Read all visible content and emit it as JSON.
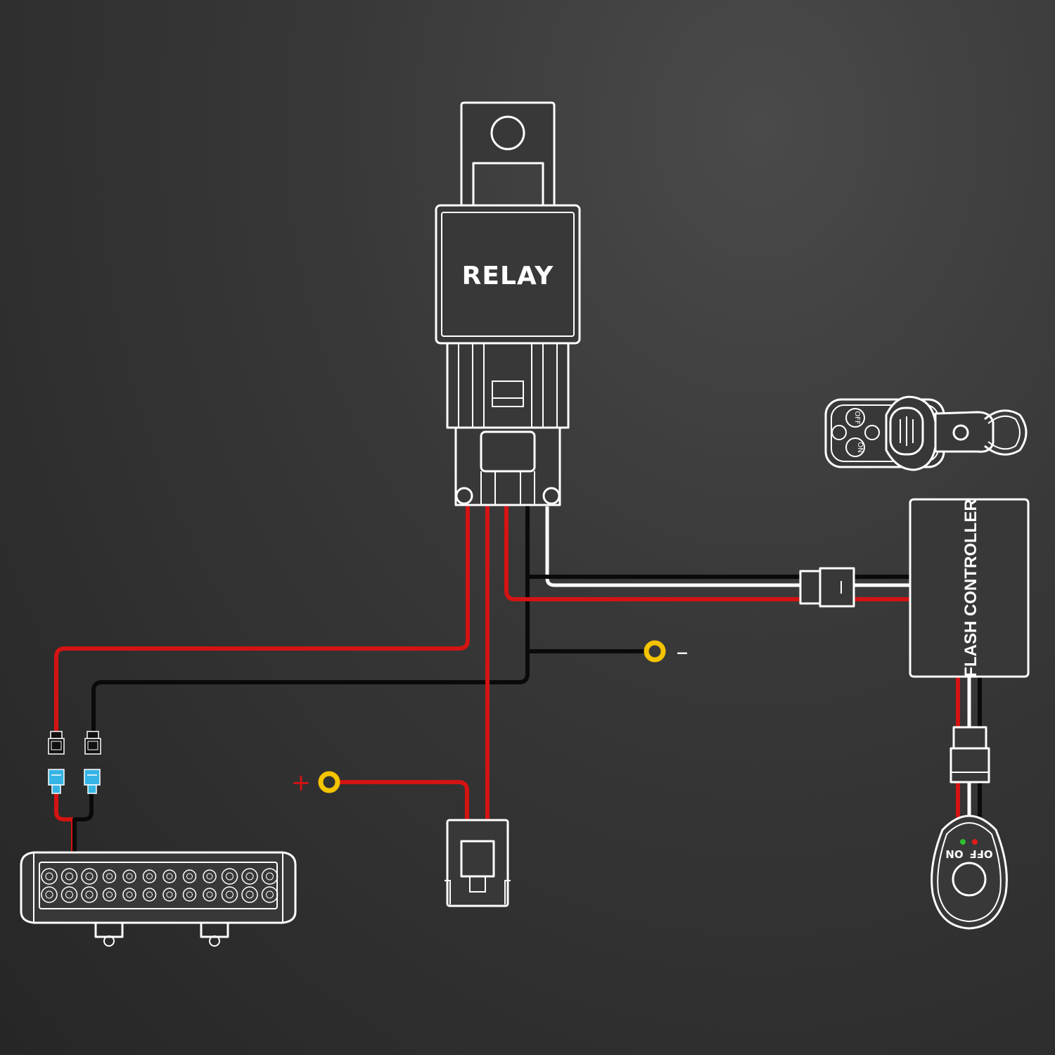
{
  "relay": {
    "label": "RELAY"
  },
  "flash_controller": {
    "label": "FLASH CONTROLLER"
  },
  "terminals": {
    "positive_symbol": "+",
    "negative_symbol": "–"
  },
  "switch": {
    "on_label": "ON",
    "off_label": "OFF"
  },
  "remote": {
    "off_label": "OFF",
    "on_label": "ON"
  },
  "colors": {
    "background": "#383838",
    "wire_red": "#d41313",
    "wire_black": "#0a0a0a",
    "wire_white": "#ffffff",
    "ring_terminal": "#f5c400",
    "spade_connector": "#36b4e5",
    "led_green": "#2ec12e",
    "led_red": "#e01b1b"
  },
  "icons": [
    "relay-icon",
    "flash-controller-icon",
    "remote-control-icon",
    "rocker-switch-icon",
    "led-light-bar-icon",
    "fuse-holder-icon",
    "ring-terminal-icon",
    "spade-connector-icon"
  ]
}
